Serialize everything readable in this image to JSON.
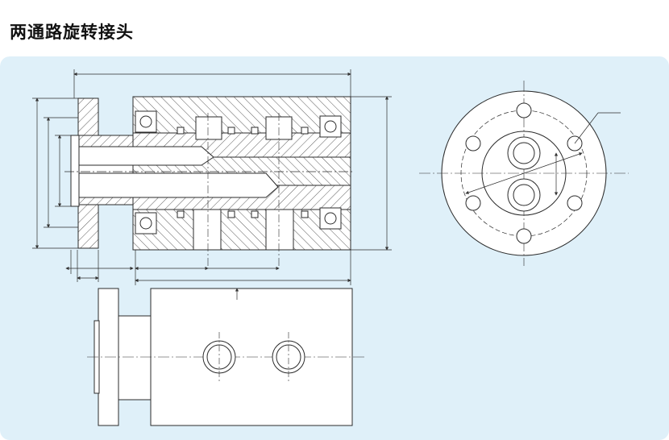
{
  "page": {
    "title": "两通路旋转接头"
  },
  "colors": {
    "panel_background": "#dff0f9",
    "line": "#2b2b2b",
    "body_fill": "#ffffff"
  },
  "diagram": {
    "views": [
      "section-view",
      "end-view",
      "side-view"
    ]
  }
}
